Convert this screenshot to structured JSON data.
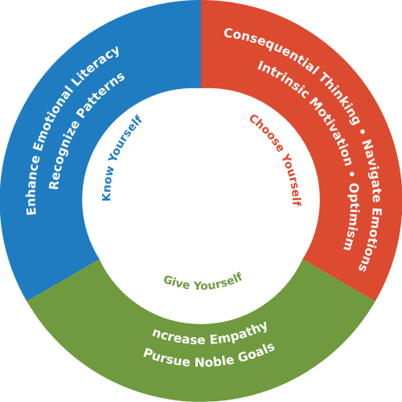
{
  "colors": {
    "know": "#1f7cc1",
    "choose": "#dc4a2f",
    "give": "#6f9a3f",
    "center": "#ffffff"
  },
  "segments": {
    "know": {
      "title": "Know Yourself",
      "lines": [
        "Enhance Emotional Literacy",
        "Recognize Patterns"
      ]
    },
    "choose": {
      "title": "Choose Yourself",
      "lines": [
        "Consequential Thinking • Navigate Emotions",
        "Intrinsic Motivation • Optimism"
      ]
    },
    "give": {
      "title": "Give Yourself",
      "lines": [
        "Increase Empathy",
        "Pursue Noble Goals"
      ]
    }
  }
}
